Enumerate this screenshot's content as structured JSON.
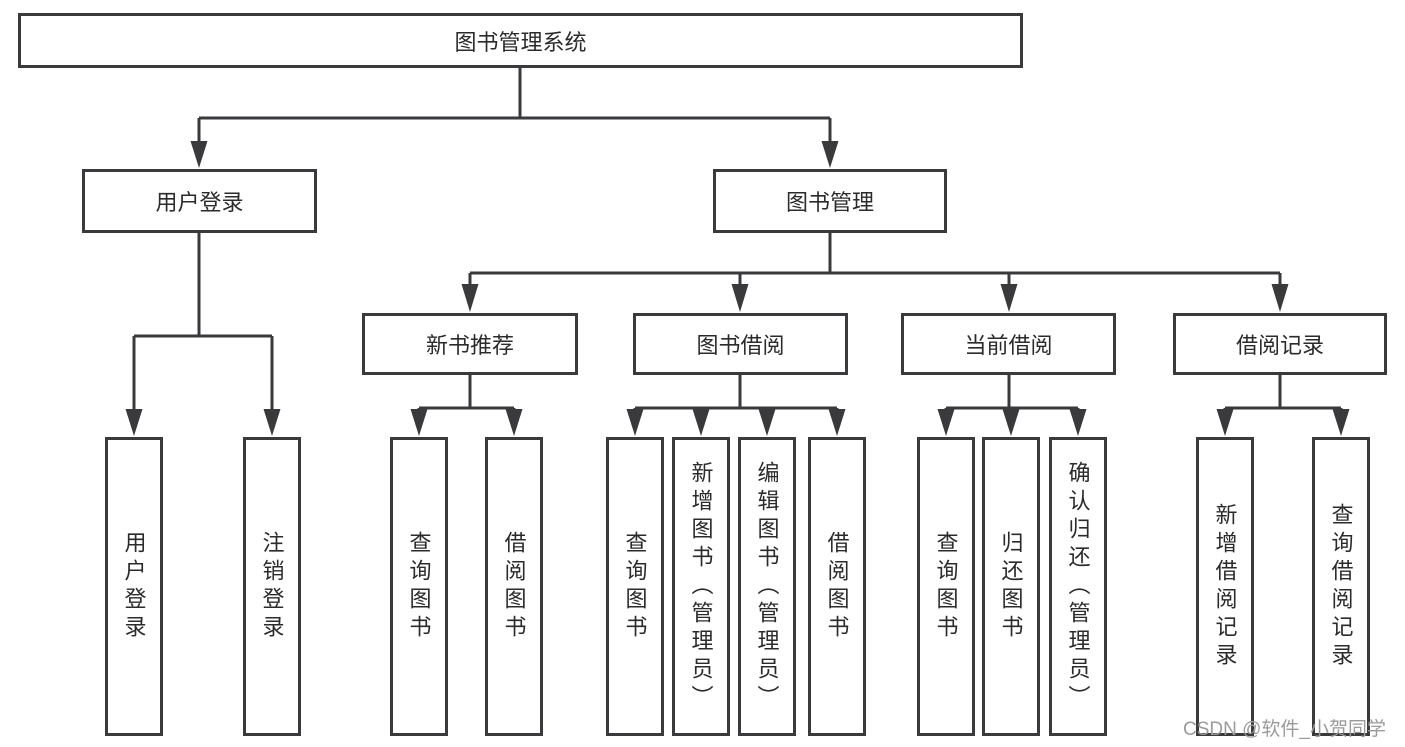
{
  "tree": {
    "label": "图书管理系统",
    "children": [
      {
        "label": "用户登录",
        "children": [
          {
            "label": "用户登录"
          },
          {
            "label": "注销登录"
          }
        ]
      },
      {
        "label": "图书管理",
        "children": [
          {
            "label": "新书推荐",
            "children": [
              {
                "label": "查询图书"
              },
              {
                "label": "借阅图书"
              }
            ]
          },
          {
            "label": "图书借阅",
            "children": [
              {
                "label": "查询图书"
              },
              {
                "label": "新增图书（管理员）"
              },
              {
                "label": "编辑图书（管理员）"
              },
              {
                "label": "借阅图书"
              }
            ]
          },
          {
            "label": "当前借阅",
            "children": [
              {
                "label": "查询图书"
              },
              {
                "label": "归还图书"
              },
              {
                "label": "确认归还（管理员）"
              }
            ]
          },
          {
            "label": "借阅记录",
            "children": [
              {
                "label": "新增借阅记录"
              },
              {
                "label": "查询借阅记录"
              }
            ]
          }
        ]
      }
    ]
  },
  "watermark": {
    "text": "CSDN @软件_小贺同学"
  },
  "colors": {
    "line": "#3a3a3c",
    "text": "#2b2b2b",
    "background": "#ffffff",
    "watermark": "#9b9b9b"
  }
}
